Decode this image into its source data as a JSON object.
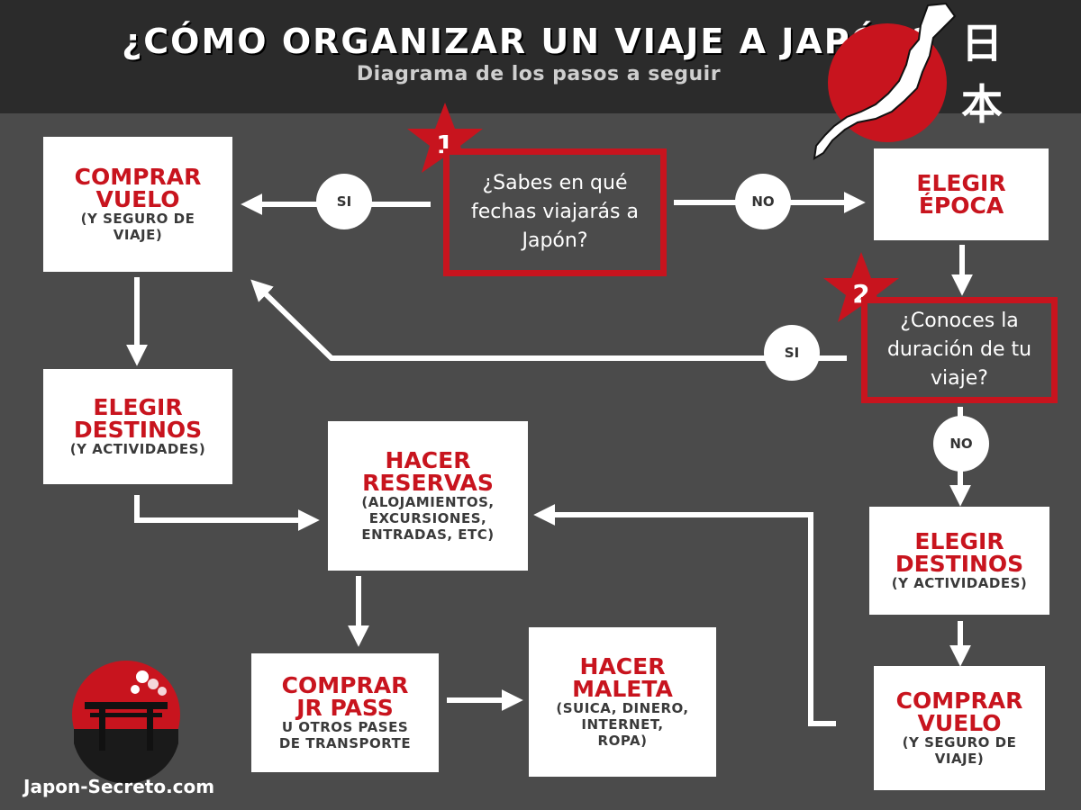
{
  "header": {
    "title": "¿CÓMO ORGANIZAR UN VIAJE A JAPÓN?",
    "subtitle": "Diagrama de los pasos a seguir",
    "kanji": [
      "日",
      "本"
    ]
  },
  "steps": [
    "1",
    "2"
  ],
  "questions": {
    "q1": "¿Sabes en qué fechas viajarás a Japón?",
    "q2": "¿Conoces la duración de tu viaje?"
  },
  "answers": {
    "si": "SI",
    "no": "NO"
  },
  "boxes": {
    "comprar_vuelo_left": {
      "title": [
        "COMPRAR",
        "VUELO"
      ],
      "sub": [
        "(Y SEGURO DE",
        "VIAJE)"
      ]
    },
    "elegir_destinos_left": {
      "title": [
        "ELEGIR",
        "DESTINOS"
      ],
      "sub": [
        "(Y ACTIVIDADES)"
      ]
    },
    "hacer_reservas": {
      "title": [
        "HACER",
        "RESERVAS"
      ],
      "sub": [
        "(ALOJAMIENTOS,",
        "EXCURSIONES,",
        "ENTRADAS, ETC)"
      ]
    },
    "comprar_jr_pass": {
      "title": [
        "COMPRAR",
        "JR PASS"
      ],
      "sub": [
        "U OTROS PASES",
        "DE TRANSPORTE"
      ]
    },
    "hacer_maleta": {
      "title": [
        "HACER",
        "MALETA"
      ],
      "sub": [
        "(SUICA, DINERO,",
        "INTERNET,",
        "ROPA)"
      ]
    },
    "elegir_epoca": {
      "title": [
        "ELEGIR",
        "ÉPOCA"
      ],
      "sub": []
    },
    "elegir_destinos_right": {
      "title": [
        "ELEGIR",
        "DESTINOS"
      ],
      "sub": [
        "(Y ACTIVIDADES)"
      ]
    },
    "comprar_vuelo_right": {
      "title": [
        "COMPRAR",
        "VUELO"
      ],
      "sub": [
        "(Y SEGURO DE",
        "VIAJE)"
      ]
    }
  },
  "footer": {
    "site": "Japon-Secreto.com"
  },
  "colors": {
    "accent": "#c8141e",
    "background": "#4b4b4b",
    "header": "#2b2b2b",
    "box": "#ffffff"
  }
}
